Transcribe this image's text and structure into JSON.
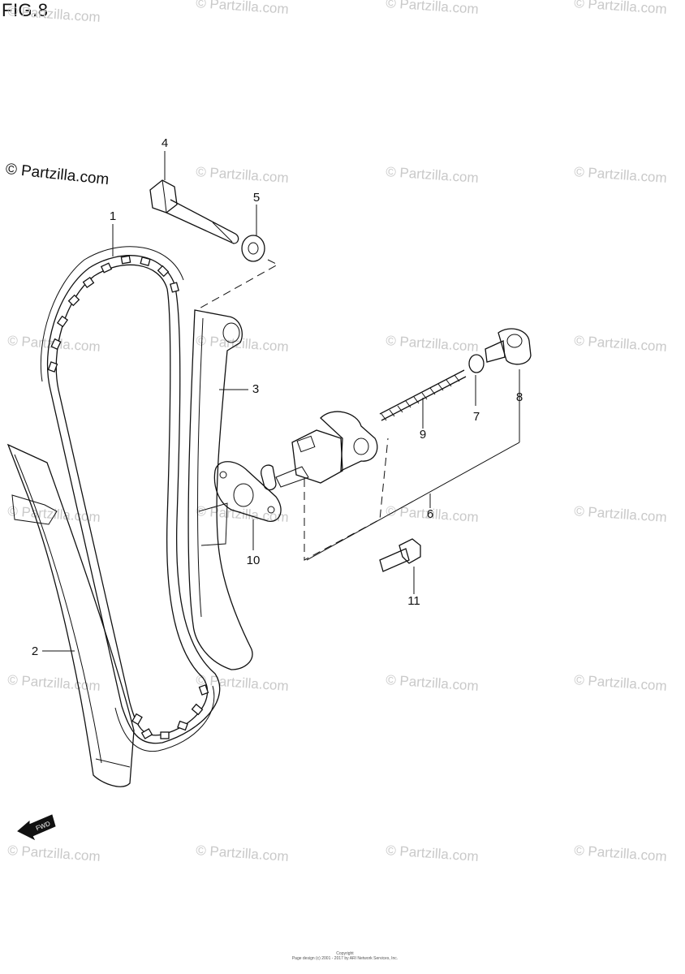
{
  "figure": {
    "title": "FIG.8",
    "brand": "© Partzilla.com",
    "watermark": "© Partzilla.com",
    "fwd_badge": "FWD",
    "footer_line1": "Copyright",
    "footer_line2": "Page design (c) 2001 - 2017 by ARI Network Services, Inc."
  },
  "callouts": [
    {
      "id": "1",
      "label": "1"
    },
    {
      "id": "2",
      "label": "2"
    },
    {
      "id": "3",
      "label": "3"
    },
    {
      "id": "4",
      "label": "4"
    },
    {
      "id": "5",
      "label": "5"
    },
    {
      "id": "6",
      "label": "6"
    },
    {
      "id": "7",
      "label": "7"
    },
    {
      "id": "8",
      "label": "8"
    },
    {
      "id": "9",
      "label": "9"
    },
    {
      "id": "10",
      "label": "10"
    },
    {
      "id": "11",
      "label": "11"
    }
  ]
}
